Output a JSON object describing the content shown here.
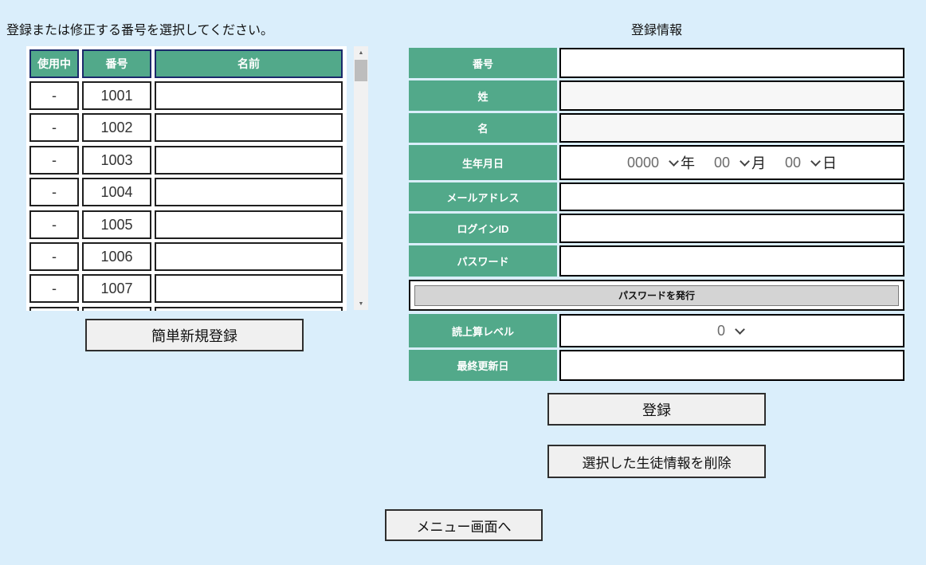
{
  "colors": {
    "page_bg": "#daeefb",
    "accent_green": "#52a98a",
    "header_border_navy": "#1b2a6b",
    "cell_border": "#1f1f1f",
    "button_bg": "#f0f0f0",
    "password_button_bg": "#d4d4d4",
    "readonly_input_bg": "#f7f7f7",
    "scroll_track": "#f1f1f1",
    "scroll_thumb": "#bdbdbd"
  },
  "left": {
    "title": "登録または修正する番号を選択してください。",
    "table": {
      "headers": [
        "使用中",
        "番号",
        "名前"
      ],
      "rows": [
        {
          "in_use": "-",
          "number": "1001",
          "name": ""
        },
        {
          "in_use": "-",
          "number": "1002",
          "name": ""
        },
        {
          "in_use": "-",
          "number": "1003",
          "name": ""
        },
        {
          "in_use": "-",
          "number": "1004",
          "name": ""
        },
        {
          "in_use": "-",
          "number": "1005",
          "name": ""
        },
        {
          "in_use": "-",
          "number": "1006",
          "name": ""
        },
        {
          "in_use": "-",
          "number": "1007",
          "name": ""
        },
        {
          "in_use": "",
          "number": "",
          "name": ""
        }
      ]
    },
    "new_register_button": "簡単新規登録"
  },
  "right": {
    "title": "登録情報",
    "form_rows": [
      {
        "label": "番号",
        "type": "text",
        "value": "",
        "readonly": false
      },
      {
        "label": "姓",
        "type": "text",
        "value": "",
        "readonly": true
      },
      {
        "label": "名",
        "type": "text",
        "value": "",
        "readonly": true
      },
      {
        "label": "生年月日",
        "type": "birthdate"
      },
      {
        "label": "メールアドレス",
        "type": "text",
        "value": "",
        "readonly": false
      },
      {
        "label": "ログインID",
        "type": "text",
        "value": "",
        "readonly": false
      },
      {
        "label": "パスワード",
        "type": "text",
        "value": "",
        "readonly": false
      },
      {
        "label": "読上算レベル",
        "type": "level"
      },
      {
        "label": "最終更新日",
        "type": "text",
        "value": "",
        "readonly": false
      }
    ],
    "birthdate": {
      "year_value": "0000",
      "year_unit": "年",
      "month_value": "00",
      "month_unit": "月",
      "day_value": "00",
      "day_unit": "日"
    },
    "level_value": "0",
    "password_issue_button": "パスワードを発行",
    "register_button": "登録",
    "delete_button": "選択した生徒情報を削除"
  },
  "menu_button": "メニュー画面へ"
}
